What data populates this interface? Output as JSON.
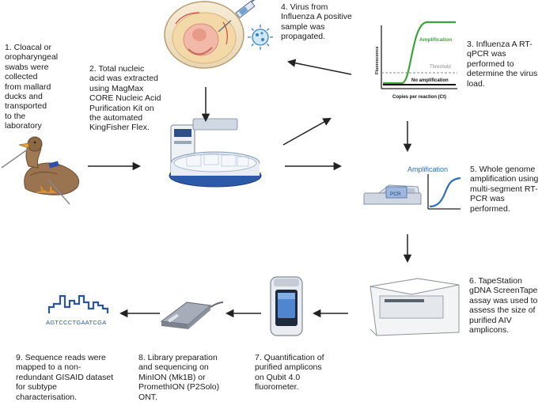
{
  "steps": {
    "s1": "1. Cloacal or\noropharyngeal\nswabs were\ncollected\nfrom mallard\nducks and\ntransported\nto the\nlaboratory",
    "s2": "2. Total nucleic\nacid was extracted\nusing MagMax\nCORE Nucleic Acid\nPurification Kit on\nthe automated\nKingFisher Flex.",
    "s3": "3. Influenza A RT-\nqPCR was\nperformed to\ndetermine the virus\nload.",
    "s4": "4. Virus from\nInfluenza A positive\nsample was\npropagated.",
    "s5": "5. Whole genome\namplification using\nmulti-segment RT-\nPCR was\nperformed.",
    "s6": "6. TapeStation\ngDNA ScreenTape\nassay was used to\nassess the size of\npurified AIV\namplicons.",
    "s7": "7. Quantification of\npurified amplicons\non Qubit 4.0\nfluorometer.",
    "s8": "8. Library preparation\nand sequencing on\nMinION (Mk1B) or\nPromethION (P2Solo)\nONT.",
    "s9": "9. Sequence reads were\nmapped to a non-\nredundant GISAID dataset\nfor subtype\ncharacterisation."
  },
  "qpcr_plot": {
    "amplification": "Amplification",
    "threshold": "Threshold",
    "no_amplification": "No amplification",
    "ylabel": "Fluorescence",
    "xlabel": "Copies per reaction (Ct)"
  },
  "pcr_plot": {
    "amplification": "Amplification",
    "device_label": "PCR"
  },
  "sequence_text": "AGTCCCTGAATCGA",
  "colors": {
    "amplification": "#3aa53a",
    "pcr_curve": "#2f6fb5",
    "sequence": "#2b55a0",
    "arrow": "#222222"
  },
  "icons": [
    "egg-embryo-icon",
    "syringe-icon",
    "virus-icon",
    "duck-icon",
    "kingfisher-instrument-icon",
    "pcr-machine-icon",
    "tapestation-icon",
    "qubit-fluorometer-icon",
    "minion-sequencer-icon"
  ]
}
